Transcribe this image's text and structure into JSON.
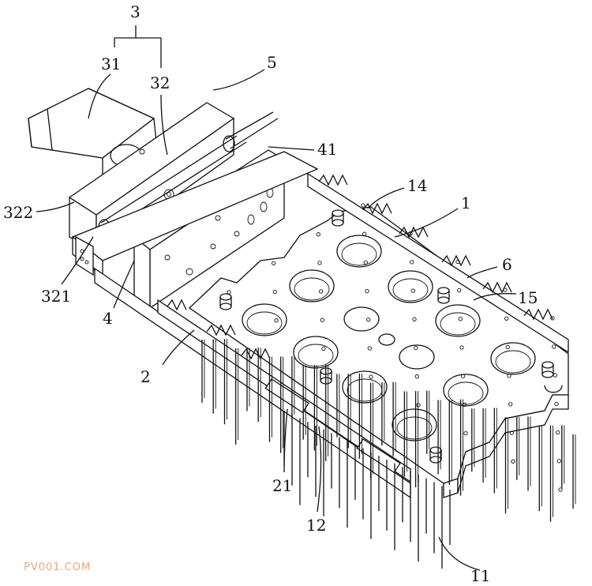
{
  "figure": {
    "labels": {
      "l3": "3",
      "l31": "31",
      "l32": "32",
      "l5": "5",
      "l41": "41",
      "l322": "322",
      "l14": "14",
      "l1": "1",
      "l321": "321",
      "l4": "4",
      "l6": "6",
      "l15": "15",
      "l2": "2",
      "l21": "21",
      "l12": "12",
      "l11": "11"
    },
    "watermark": "PV001.COM",
    "colors": {
      "line": "#111111",
      "watermark": "#e8a77a"
    }
  }
}
